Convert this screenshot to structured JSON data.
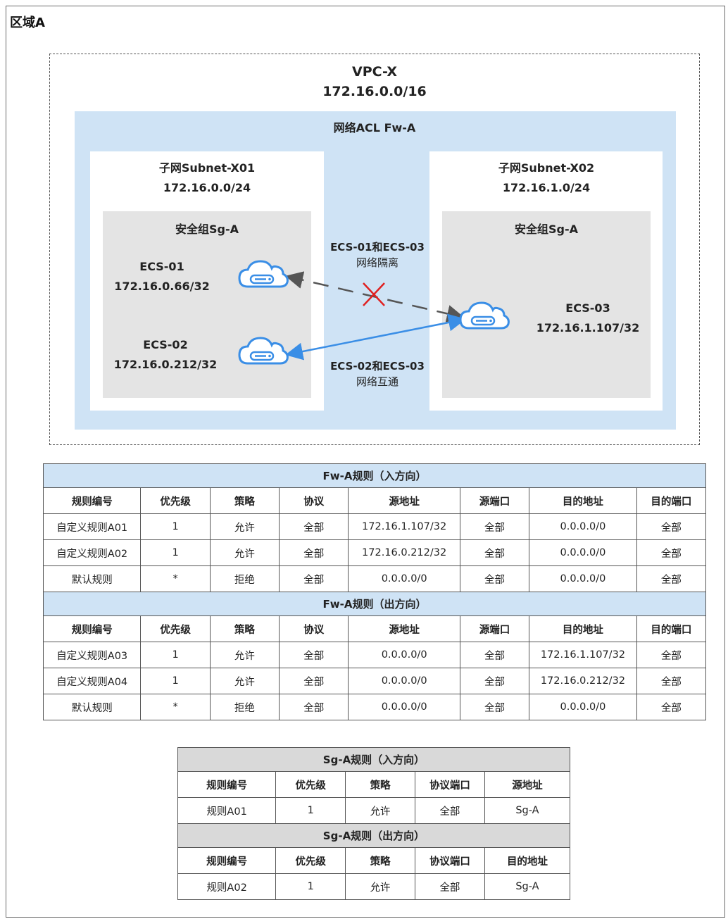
{
  "region": {
    "title": "区域A"
  },
  "vpc": {
    "name": "VPC-X",
    "cidr": "172.16.0.0/16"
  },
  "acl": {
    "title": "网络ACL Fw-A"
  },
  "subnets": [
    {
      "name": "子网Subnet-X01",
      "cidr": "172.16.0.0/24",
      "security_group": "安全组Sg-A"
    },
    {
      "name": "子网Subnet-X02",
      "cidr": "172.16.1.0/24",
      "security_group": "安全组Sg-A"
    }
  ],
  "instances": [
    {
      "name": "ECS-01",
      "ip": "172.16.0.66/32",
      "icon": "cloud-server-icon"
    },
    {
      "name": "ECS-02",
      "ip": "172.16.0.212/32",
      "icon": "cloud-server-icon"
    },
    {
      "name": "ECS-03",
      "ip": "172.16.1.107/32",
      "icon": "cloud-server-icon"
    }
  ],
  "connections": {
    "isolated": {
      "line1": "ECS-01和ECS-03",
      "line2": "网络隔离",
      "color": "#555555",
      "mark_color": "#e02020"
    },
    "connected": {
      "line1": "ECS-02和ECS-03",
      "line2": "网络互通",
      "color": "#3a8ee6"
    }
  },
  "colors": {
    "acl_bg": "#cfe3f5",
    "sg_bg": "#e4e4e4",
    "icon": "#3a8ee6"
  },
  "fw_table": {
    "inbound_caption": "Fw-A规则（入方向）",
    "outbound_caption": "Fw-A规则（出方向）",
    "headers": [
      "规则编号",
      "优先级",
      "策略",
      "协议",
      "源地址",
      "源端口",
      "目的地址",
      "目的端口"
    ],
    "inbound_rows": [
      [
        "自定义规则A01",
        "1",
        "允许",
        "全部",
        "172.16.1.107/32",
        "全部",
        "0.0.0.0/0",
        "全部"
      ],
      [
        "自定义规则A02",
        "1",
        "允许",
        "全部",
        "172.16.0.212/32",
        "全部",
        "0.0.0.0/0",
        "全部"
      ],
      [
        "默认规则",
        "*",
        "拒绝",
        "全部",
        "0.0.0.0/0",
        "全部",
        "0.0.0.0/0",
        "全部"
      ]
    ],
    "outbound_rows": [
      [
        "自定义规则A03",
        "1",
        "允许",
        "全部",
        "0.0.0.0/0",
        "全部",
        "172.16.1.107/32",
        "全部"
      ],
      [
        "自定义规则A04",
        "1",
        "允许",
        "全部",
        "0.0.0.0/0",
        "全部",
        "172.16.0.212/32",
        "全部"
      ],
      [
        "默认规则",
        "*",
        "拒绝",
        "全部",
        "0.0.0.0/0",
        "全部",
        "0.0.0.0/0",
        "全部"
      ]
    ]
  },
  "sg_table": {
    "inbound_caption": "Sg-A规则（入方向）",
    "inbound_headers": [
      "规则编号",
      "优先级",
      "策略",
      "协议端口",
      "源地址"
    ],
    "inbound_rows": [
      [
        "规则A01",
        "1",
        "允许",
        "全部",
        "Sg-A"
      ]
    ],
    "outbound_caption": "Sg-A规则（出方向）",
    "outbound_headers": [
      "规则编号",
      "优先级",
      "策略",
      "协议端口",
      "目的地址"
    ],
    "outbound_rows": [
      [
        "规则A02",
        "1",
        "允许",
        "全部",
        "Sg-A"
      ]
    ]
  }
}
